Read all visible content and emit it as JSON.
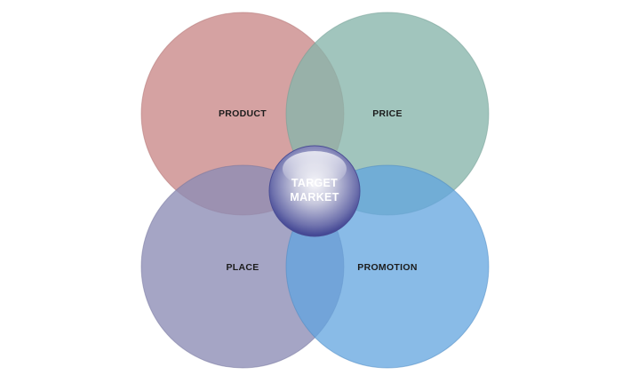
{
  "diagram": {
    "circles": [
      {
        "label": "PRODUCT",
        "color": "#c98888"
      },
      {
        "label": "PRICE",
        "color": "#87b5aa"
      },
      {
        "label": "PLACE",
        "color": "#8c8cb5"
      },
      {
        "label": "PROMOTION",
        "color": "#62a4df"
      }
    ],
    "center": {
      "line1": "TARGET",
      "line2": "MARKET"
    }
  }
}
